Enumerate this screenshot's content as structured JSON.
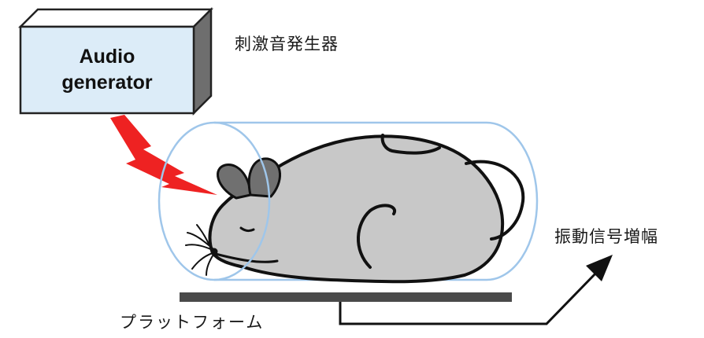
{
  "audio_generator_box": {
    "line1": "Audio",
    "line2": "generator"
  },
  "labels": {
    "stimulus_sound_generator": "刺激音発生器",
    "vibration_signal_amplification": "振動信号増幅",
    "platform": "プラットフォーム"
  },
  "colors": {
    "box_front": "#dcecf8",
    "box_top": "#ffffff",
    "box_side": "#6e6e6e",
    "lightning": "#ee2222",
    "tube_outline": "#9fc6ea",
    "mouse_body": "#c8c8c8",
    "ear": "#707070",
    "platform_bar": "#4a4a4a",
    "arrow": "#111111"
  }
}
